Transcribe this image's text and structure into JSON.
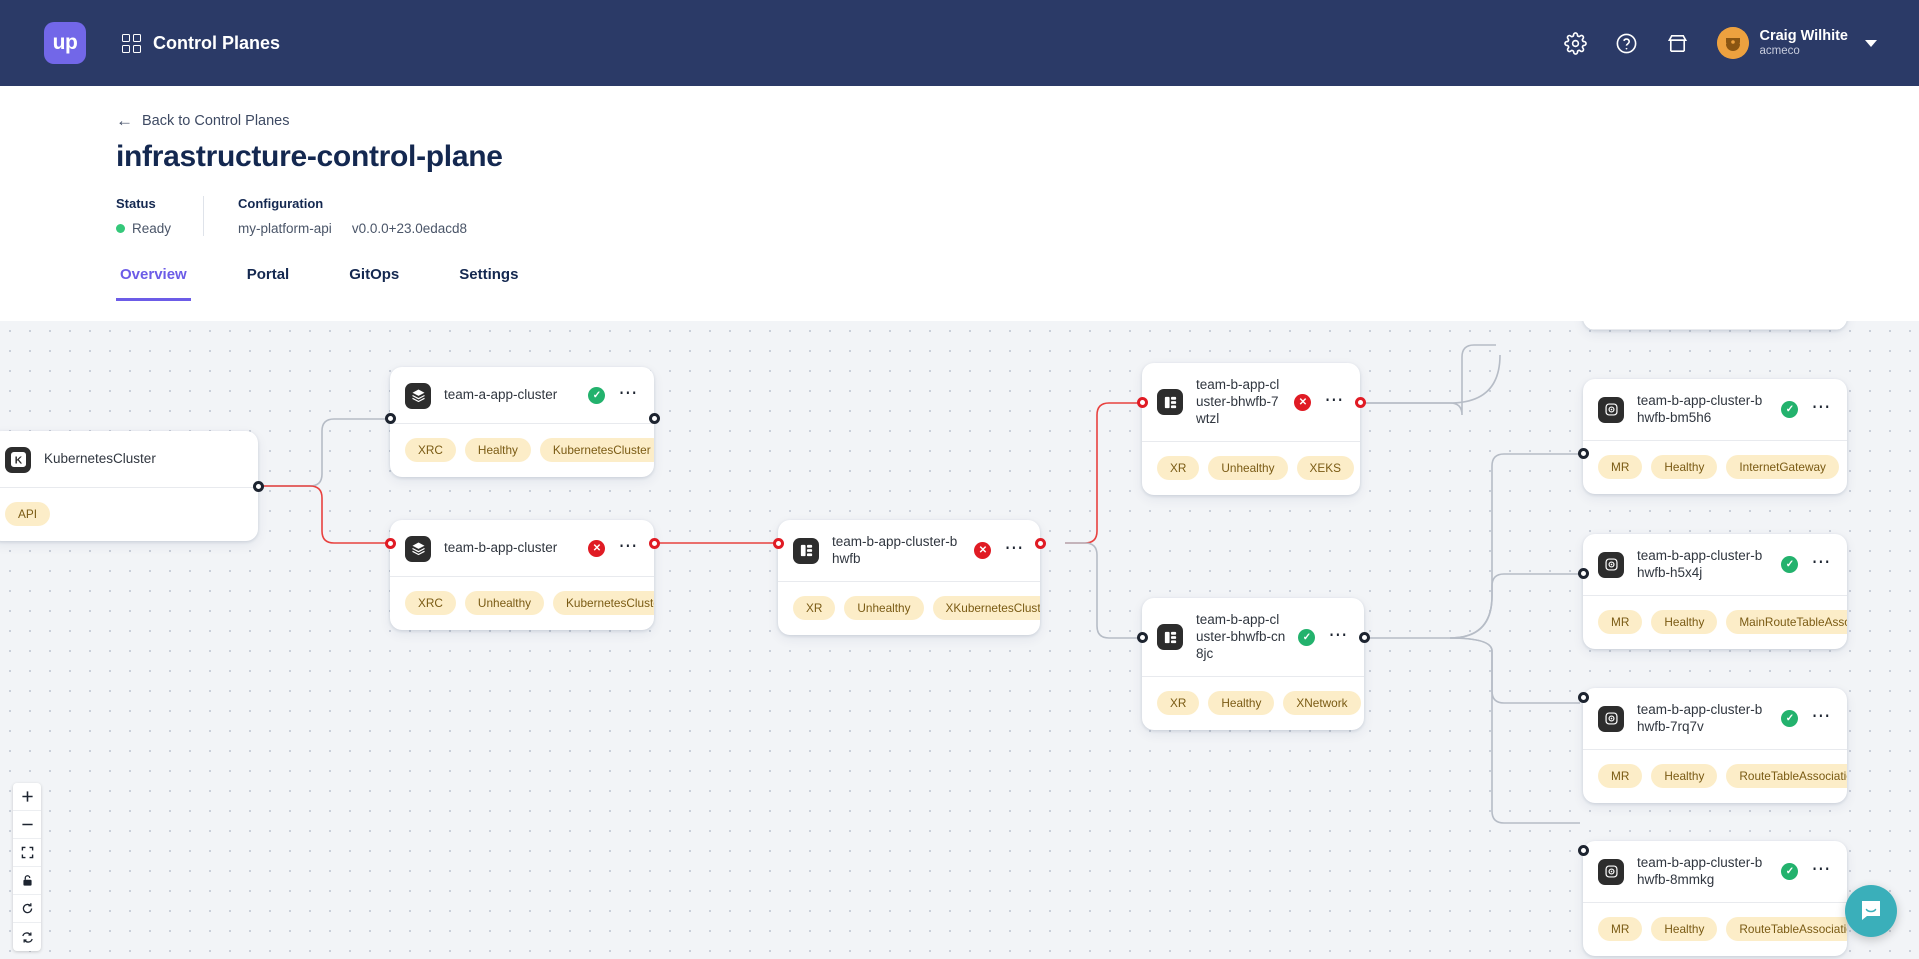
{
  "topnav": {
    "logo_text": "up",
    "grid_icon": "grid-icon",
    "title": "Control Planes",
    "icons": [
      "gear-icon",
      "help-circle-icon",
      "marketplace-icon"
    ],
    "user": {
      "name": "Craig Wilhite",
      "org": "acmeco"
    },
    "brand_color": "#7267e8",
    "bar_color": "#2b3a67"
  },
  "page": {
    "back_label": "Back to Control Planes",
    "title": "infrastructure-control-plane",
    "status_label": "Status",
    "status_value": "Ready",
    "status_color": "#35c87a",
    "configuration_label": "Configuration",
    "configuration_name": "my-platform-api",
    "configuration_version": "v0.0.0+23.0edacd8"
  },
  "tabs": [
    {
      "label": "Overview",
      "active": true
    },
    {
      "label": "Portal",
      "active": false
    },
    {
      "label": "GitOps",
      "active": false
    },
    {
      "label": "Settings",
      "active": false
    }
  ],
  "graph": {
    "nodes": [
      {
        "id": "kubernetescluster",
        "name": "KubernetesCluster",
        "icon": "kubernetes-icon",
        "status": "none",
        "tags": [
          "API"
        ],
        "has_menu": false
      },
      {
        "id": "team-a-app-cluster",
        "name": "team-a-app-cluster",
        "icon": "layers-icon",
        "status": "healthy",
        "tags": [
          "XRC",
          "Healthy",
          "KubernetesCluster"
        ],
        "has_menu": true
      },
      {
        "id": "team-b-app-cluster",
        "name": "team-b-app-cluster",
        "icon": "layers-icon",
        "status": "unhealthy",
        "tags": [
          "XRC",
          "Unhealthy",
          "KubernetesCluster"
        ],
        "has_menu": true
      },
      {
        "id": "team-b-app-cluster-bhwfb",
        "name": "team-b-app-cluster-bhwfb",
        "icon": "composite-icon",
        "status": "unhealthy",
        "tags": [
          "XR",
          "Unhealthy",
          "XKubernetesCluster"
        ],
        "has_menu": true
      },
      {
        "id": "team-b-app-cluster-bhwfb-7wtzl",
        "name": "team-b-app-cluster-bhwfb-7wtzl",
        "icon": "composite-icon",
        "status": "unhealthy",
        "tags": [
          "XR",
          "Unhealthy",
          "XEKS"
        ],
        "has_menu": true
      },
      {
        "id": "team-b-app-cluster-bhwfb-cn8jc",
        "name": "team-b-app-cluster-bhwfb-cn8jc",
        "icon": "composite-icon",
        "status": "healthy",
        "tags": [
          "XR",
          "Healthy",
          "XNetwork"
        ],
        "has_menu": true
      },
      {
        "id": "team-b-app-cluster-bhwfb-bm5h6",
        "name": "team-b-app-cluster-bhwfb-bm5h6",
        "icon": "managed-resource-icon",
        "status": "healthy",
        "tags": [
          "MR",
          "Healthy",
          "InternetGateway"
        ],
        "has_menu": true
      },
      {
        "id": "team-b-app-cluster-bhwfb-h5x4j",
        "name": "team-b-app-cluster-bhwfb-h5x4j",
        "icon": "managed-resource-icon",
        "status": "healthy",
        "tags": [
          "MR",
          "Healthy",
          "MainRouteTableAssociation"
        ],
        "has_menu": true
      },
      {
        "id": "team-b-app-cluster-bhwfb-7rq7v",
        "name": "team-b-app-cluster-bhwfb-7rq7v",
        "icon": "managed-resource-icon",
        "status": "healthy",
        "tags": [
          "MR",
          "Healthy",
          "RouteTableAssociation"
        ],
        "has_menu": true
      },
      {
        "id": "team-b-app-cluster-bhwfb-8mmkg",
        "name": "team-b-app-cluster-bhwfb-8mmkg",
        "icon": "managed-resource-icon",
        "status": "healthy",
        "tags": [
          "MR",
          "Healthy",
          "RouteTableAssociation"
        ],
        "has_menu": true
      }
    ],
    "edge_colors": {
      "healthy": "#b6bcc6",
      "unhealthy": "#e8413f"
    },
    "tag_bg": "#fcedc8",
    "tag_text": "#7a5b14"
  },
  "controls": [
    "zoom-in-icon",
    "zoom-out-icon",
    "fit-view-icon",
    "lock-icon",
    "refresh-icon",
    "sync-icon"
  ],
  "chat": {
    "icon": "chat-icon",
    "color": "#3aafba"
  }
}
